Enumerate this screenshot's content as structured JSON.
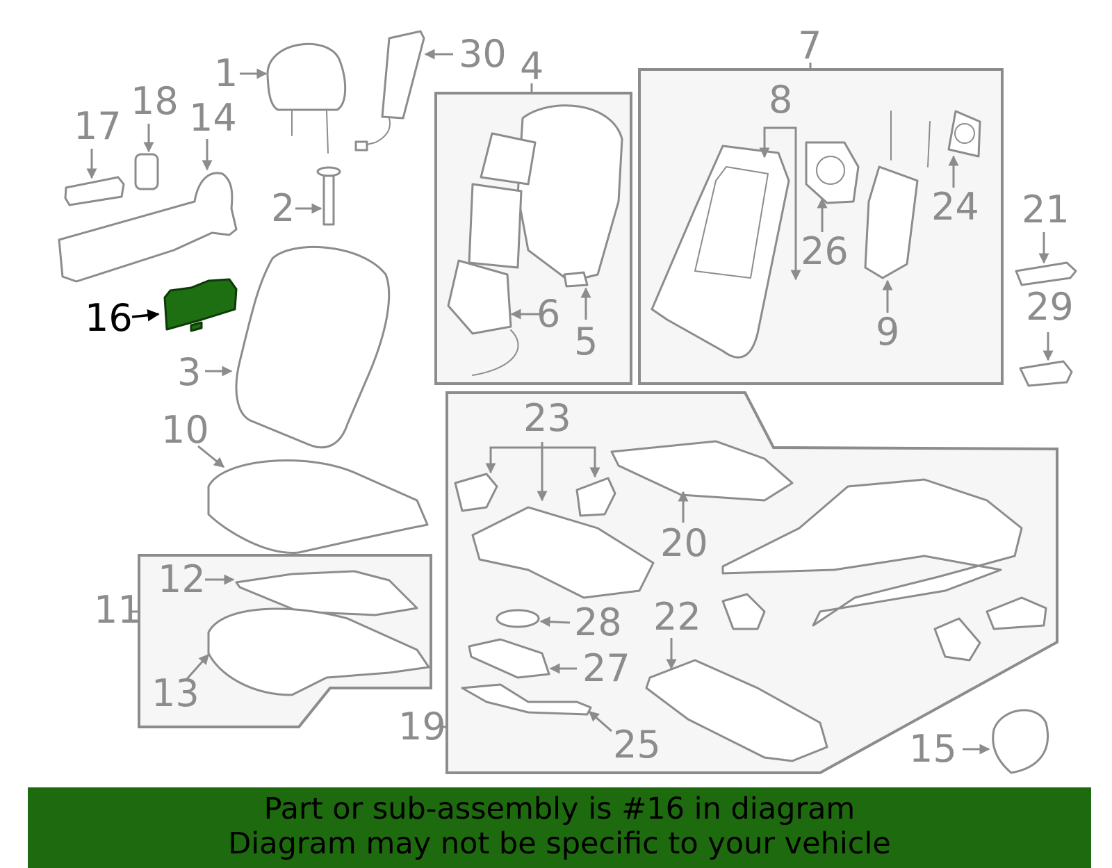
{
  "callouts": {
    "c1": "1",
    "c2": "2",
    "c3": "3",
    "c4": "4",
    "c5": "5",
    "c6": "6",
    "c7": "7",
    "c8": "8",
    "c9": "9",
    "c10": "10",
    "c11": "11",
    "c12": "12",
    "c13": "13",
    "c14": "14",
    "c15": "15",
    "c16": "16",
    "c17": "17",
    "c18": "18",
    "c19": "19",
    "c20": "20",
    "c21": "21",
    "c22": "22",
    "c23": "23",
    "c24": "24",
    "c25": "25",
    "c26": "26",
    "c27": "27",
    "c28": "28",
    "c29": "29",
    "c30": "30"
  },
  "highlighted_part": "16",
  "footer": {
    "line1": "Part or sub-assembly is #16 in diagram",
    "line2": "Diagram may not be specific to your vehicle"
  },
  "colors": {
    "highlight_fill": "#1e6e12",
    "footer_background": "#1e6a0e",
    "line_art": "#8c8c8c"
  }
}
